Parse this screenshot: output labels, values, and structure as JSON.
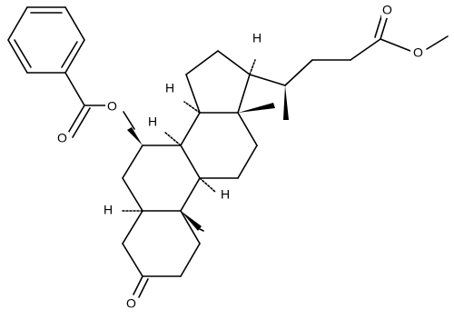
{
  "molecule": {
    "atom_labels": {
      "ester_carbonyl_o": "O",
      "ester_methoxy_o": "O",
      "benzoate_ether_o": "O",
      "benzoate_carbonyl_o": "O",
      "ketone_o": "O",
      "h_c17": "H",
      "h_c14": "H",
      "h_c8": "H",
      "h_c9": "H",
      "h_c5": "H"
    }
  },
  "colors": {
    "bond": "#000000",
    "background": "#ffffff"
  }
}
